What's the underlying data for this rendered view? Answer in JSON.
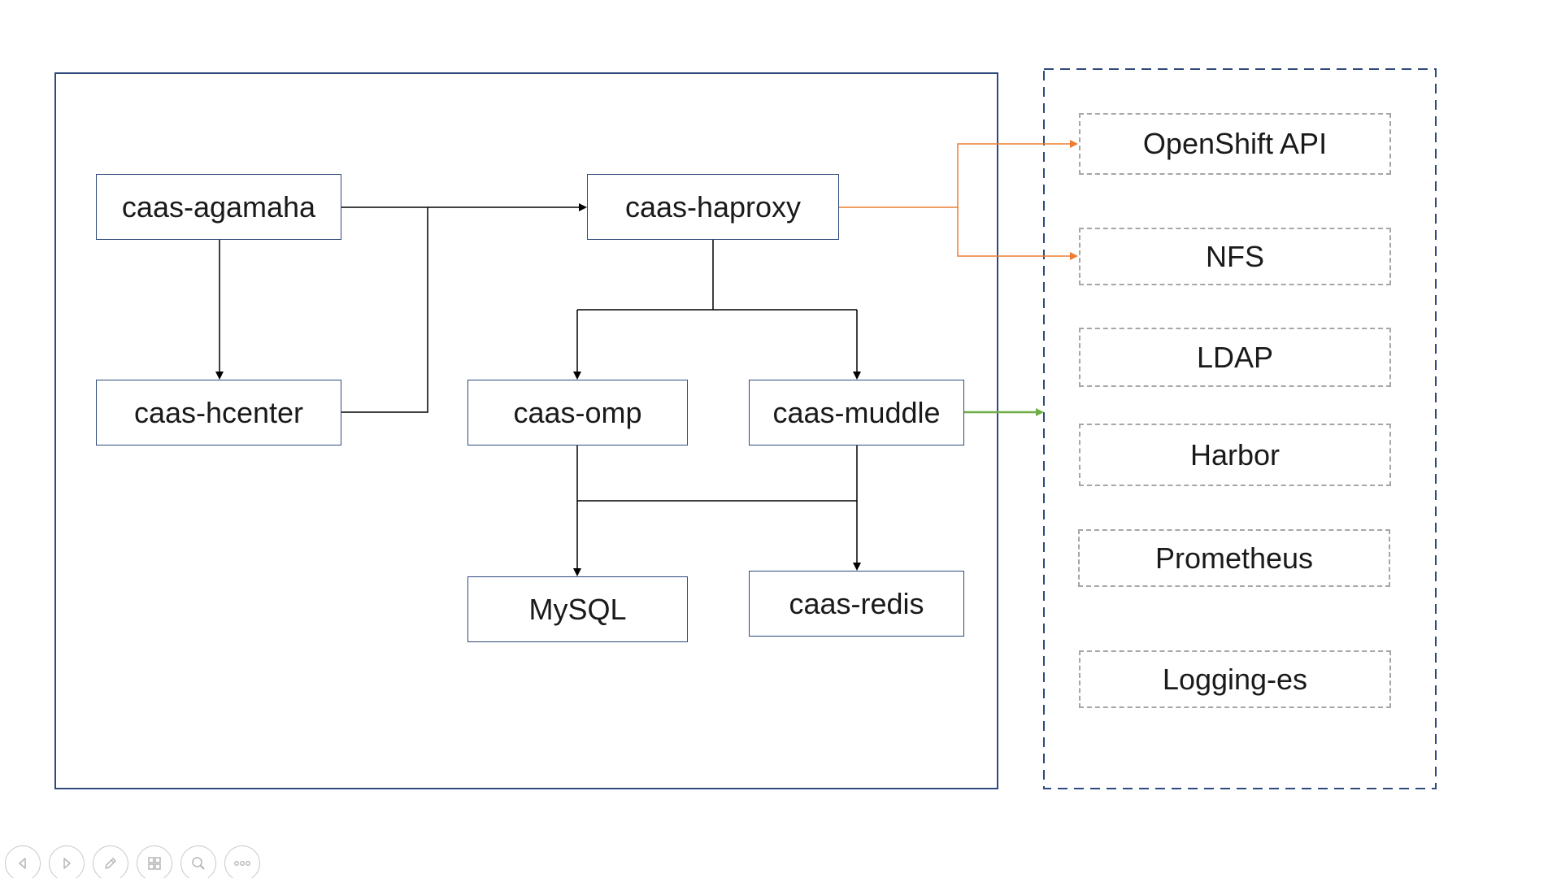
{
  "services": {
    "agamaha": "caas-agamaha",
    "hcenter": "caas-hcenter",
    "haproxy": "caas-haproxy",
    "omp": "caas-omp",
    "muddle": "caas-muddle",
    "mysql": "MySQL",
    "redis": "caas-redis"
  },
  "external": {
    "openshift_api": "OpenShift API",
    "nfs": "NFS",
    "ldap": "LDAP",
    "harbor": "Harbor",
    "prometheus": "Prometheus",
    "logging_es": "Logging-es"
  },
  "colors": {
    "frame_border": "#2e4a7d",
    "connector": "#000000",
    "haproxy_link": "#ed7d31",
    "muddle_link": "#70ad47",
    "external_border": "#a6a6a6"
  },
  "toolbar": {
    "buttons": [
      "previous-icon",
      "next-icon",
      "pen-icon",
      "slides-icon",
      "zoom-icon",
      "more-icon"
    ]
  }
}
